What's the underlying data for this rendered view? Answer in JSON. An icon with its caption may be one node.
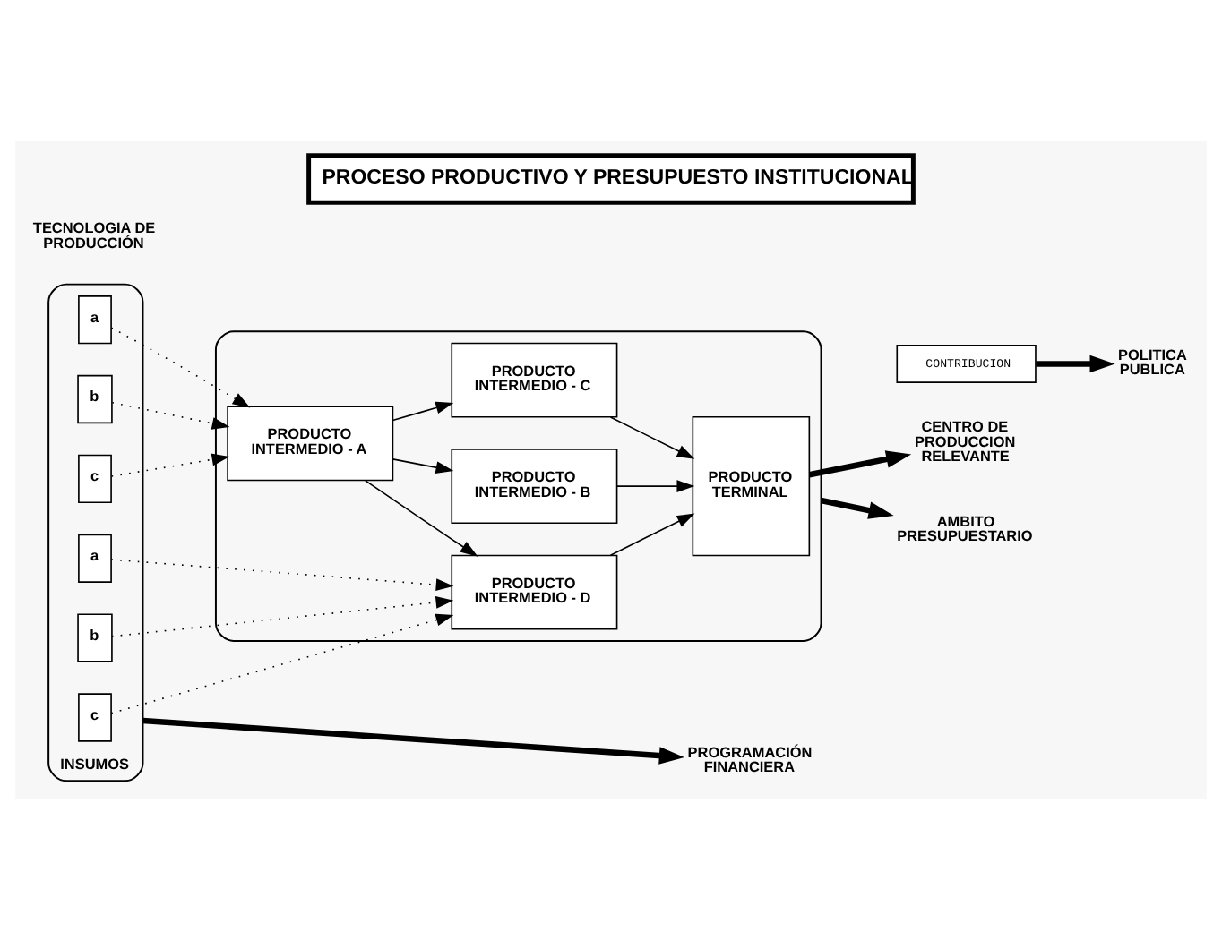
{
  "diagram": {
    "title": "PROCESO PRODUCTIVO Y PRESUPUESTO INSTITUCIONAL",
    "nodes": [
      {
        "text": [],
        "shape": "ellipse"
      },
      {
        "text": [
          "PRODUCTO INTERMEDIO - A"
        ],
        "in": 0
      },
      {
        "text": [
          "PRODUCTO INTERMEDIO - B"
        ],
        "in": 0
      },
      {
        "text": [
          "PRODUCTO INTERMEDIO - C"
        ],
        "in": 0
      },
      {
        "text": [
          "PRODUCTO INTERMEDIO - D"
        ],
        "in": 0
      },
      {
        "text": [
          "PRODUCTO TERMINAL"
        ],
        "in": 0
      },
      {
        "text": [
          "AMBITO PRESUPUESTARIO"
        ]
      },
      {
        "text": [
          "CONTRIBUCION"
        ]
      },
      {
        "text": [
          "POLITICA PUBLICA"
        ]
      },
      {
        "text": [
          "CENTRO DE PRODUCCION RELEVANTE"
        ]
      },
      {
        "text": [
          "INSUMOS"
        ]
      },
      {
        "text": [
          "a"
        ],
        "in": 10
      },
      {
        "text": [
          "b"
        ],
        "in": 10
      },
      {
        "text": [
          "c"
        ],
        "in": 10
      },
      {
        "text": [
          "a"
        ],
        "in": 10
      },
      {
        "text": [
          "b"
        ],
        "in": 10
      },
      {
        "text": [
          "c"
        ],
        "in": 10
      },
      {
        "text": [
          "PROGRAMACIÓN FINANCIERA"
        ]
      }
    ],
    "edges": [
      {
        "from": 1,
        "to": 2,
        "arrow": "to"
      },
      {
        "from": 1,
        "to": 3,
        "arrow": "to"
      },
      {
        "from": 1,
        "to": 4,
        "arrow": "to"
      },
      {
        "from": 2,
        "to": 5,
        "arrow": "to"
      },
      {
        "from": 3,
        "to": 5,
        "arrow": "to"
      },
      {
        "from": 4,
        "to": 5,
        "arrow": "to"
      },
      {
        "from": 11,
        "to": 1,
        "arrow": "to",
        "style": "dashed"
      },
      {
        "from": 12,
        "to": 1,
        "arrow": "to",
        "style": "dashed"
      },
      {
        "from": 13,
        "to": 1,
        "arrow": "to",
        "style": "dashed"
      },
      {
        "from": 14,
        "to": 4,
        "arrow": "to",
        "style": "dashed"
      },
      {
        "from": 15,
        "to": 4,
        "arrow": "to",
        "style": "dashed"
      },
      {
        "from": 16,
        "to": 4,
        "arrow": "to",
        "style": "dashed"
      },
      {
        "from": 0,
        "to": 6,
        "arrow": "to",
        "style": "thick"
      },
      {
        "from": 5,
        "to": 9,
        "arrow": "to",
        "style": "thick"
      },
      {
        "from": 7,
        "to": 8,
        "arrow": "to",
        "style": "thick"
      },
      {
        "from": 10,
        "to": 17,
        "arrow": "to",
        "style": "thick"
      }
    ],
    "labels": [
      "TECNOLOGIA DE PRODUCCIÓN"
    ]
  }
}
